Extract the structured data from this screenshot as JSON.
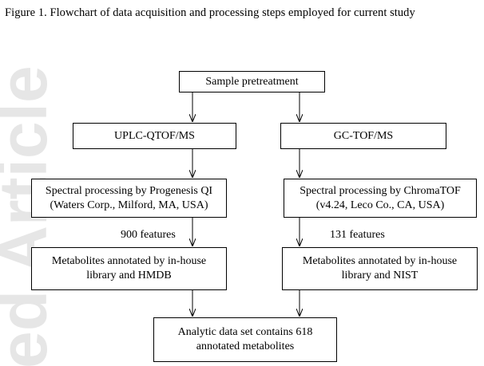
{
  "figure": {
    "title": "Figure 1. Flowchart of data acquisition and processing steps employed for current study"
  },
  "watermark": {
    "text": "ed Article"
  },
  "nodes": {
    "sample_pretreatment": {
      "lines": [
        "Sample pretreatment"
      ]
    },
    "uplc_qtof_ms": {
      "lines": [
        "UPLC-QTOF/MS"
      ]
    },
    "gc_tof_ms": {
      "lines": [
        "GC-TOF/MS"
      ]
    },
    "progenesis_processing": {
      "lines": [
        "Spectral processing by Progenesis QI",
        "(Waters Corp., Milford, MA, USA)"
      ]
    },
    "chromatof_processing": {
      "lines": [
        "Spectral processing by ChromaTOF",
        "(v4.24, Leco Co., CA, USA)"
      ]
    },
    "annotation_hmdb": {
      "lines": [
        "Metabolites annotated by in-house",
        "library and HMDB"
      ]
    },
    "annotation_nist": {
      "lines": [
        "Metabolites annotated by in-house",
        "library and NIST"
      ]
    },
    "final_dataset": {
      "lines": [
        "Analytic data set contains 618",
        "annotated metabolites"
      ]
    }
  },
  "edge_labels": {
    "uplc_features": "900 features",
    "gc_features": "131 features"
  },
  "colors": {
    "line": "#000000",
    "watermark": "#e6e6e6"
  }
}
